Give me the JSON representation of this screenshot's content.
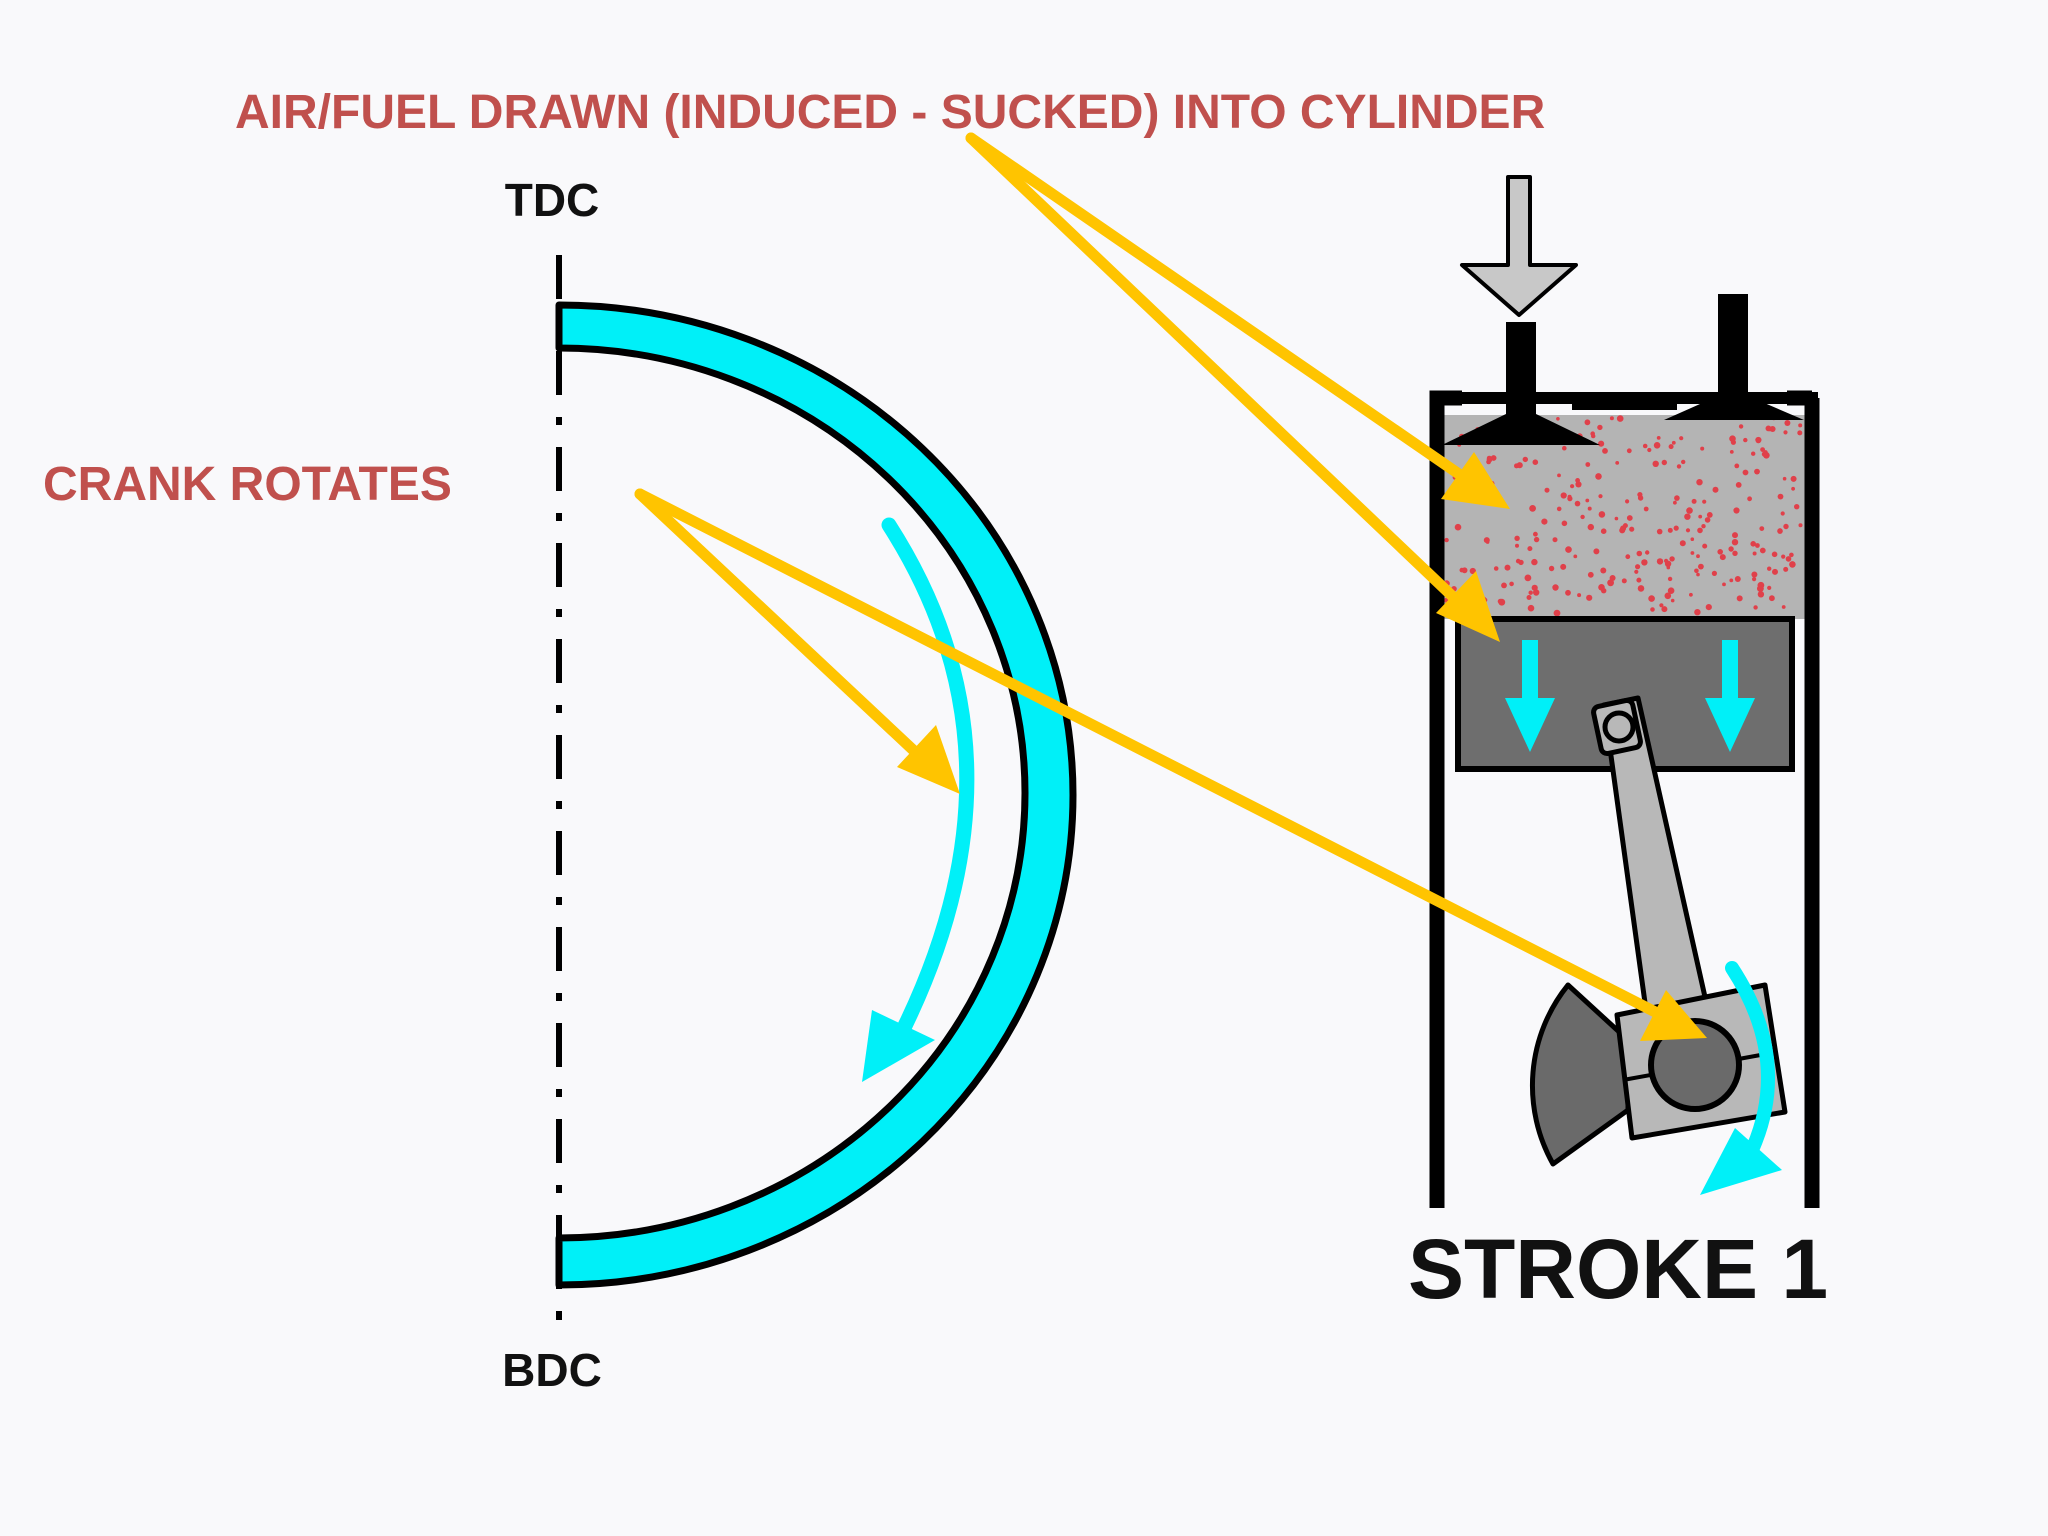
{
  "labels": {
    "intake_caption": "AIR/FUEL DRAWN (INDUCED - SUCKED) INTO CYLINDER",
    "crank_caption": "CRANK ROTATES",
    "tdc": "TDC",
    "bdc": "BDC",
    "stroke": "STROKE 1"
  },
  "colors": {
    "caption_red": "#c0504d",
    "pointer_arrow": "#ffc400",
    "motion_cyan": "#00f0f8",
    "outline": "#000000",
    "charge_gray": "#b4b4b4",
    "fuel_dot": "#e0404a",
    "piston_gray": "#6e6e6e",
    "rod_gray": "#b8b8b8",
    "crank_gray": "#6a6a6a",
    "intake_arrow_gray": "#c8c8c8"
  },
  "icons": {
    "intake_arrow": "down-arrow-icon",
    "piston_motion": "down-arrow-icon",
    "crank_motion": "curved-arrow-icon"
  }
}
